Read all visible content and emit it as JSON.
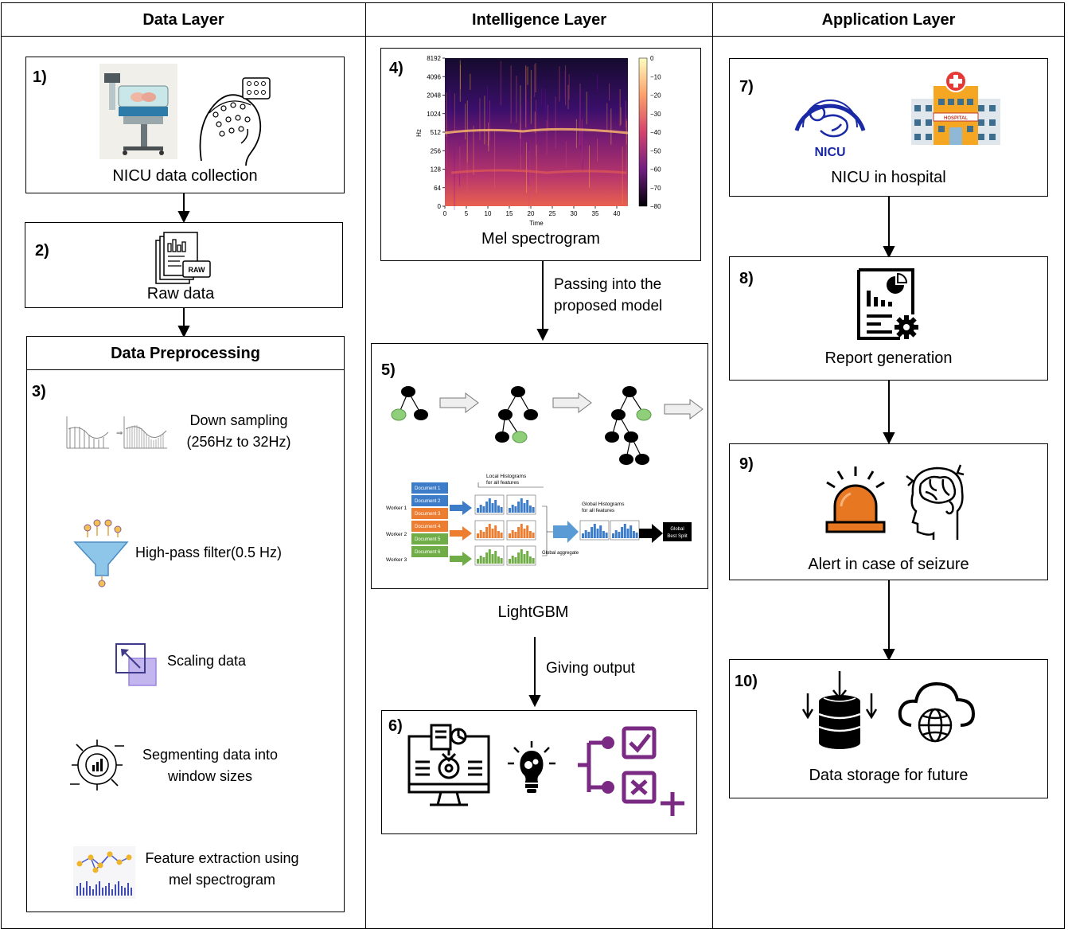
{
  "columns": {
    "data_layer": "Data Layer",
    "intelligence_layer": "Intelligence Layer",
    "application_layer": "Application Layer"
  },
  "steps": {
    "s1": {
      "num": "1)",
      "caption": "NICU data collection"
    },
    "s2": {
      "num": "2)",
      "caption": "Raw data",
      "icon_text": "RAW"
    },
    "preprocessing": {
      "title": "Data Preprocessing",
      "num": "3)",
      "items": [
        {
          "line1": "Down sampling",
          "line2": "(256Hz to 32Hz)"
        },
        {
          "line1": "High-pass filter(0.5 Hz)"
        },
        {
          "line1": "Scaling data"
        },
        {
          "line1": "Segmenting data into",
          "line2": "window sizes"
        },
        {
          "line1": "Feature extraction using",
          "line2": "mel spectrogram"
        }
      ]
    },
    "s4": {
      "num": "4)",
      "caption": "Mel spectrogram",
      "y_label": "Hz",
      "x_label": "Time",
      "y_ticks": [
        "8192",
        "4096",
        "2048",
        "1024",
        "512",
        "256",
        "128",
        "64",
        "0"
      ],
      "x_ticks": [
        "0",
        "5",
        "10",
        "15",
        "20",
        "25",
        "30",
        "35",
        "40"
      ],
      "colorbar_ticks": [
        "0",
        "−10",
        "−20",
        "−30",
        "−40",
        "−50",
        "−60",
        "−70",
        "−80"
      ]
    },
    "arrow_label_1": {
      "line1": "Passing into the",
      "line2": "proposed model"
    },
    "s5": {
      "num": "5)",
      "caption": "LightGBM",
      "hist": {
        "local_title": [
          "Local Histograms",
          "for all features"
        ],
        "global_title": [
          "Global Histograms",
          "for all features"
        ],
        "workers": [
          "Worker 1",
          "Worker 2",
          "Worker 3"
        ],
        "documents": [
          "Document 1",
          "Document 2",
          "Document 3",
          "Document 4",
          "Document 5",
          "Document 6"
        ],
        "aggregate": "Global aggregate",
        "best_split": [
          "Global",
          "Best Split"
        ]
      }
    },
    "arrow_label_2": "Giving output",
    "s6": {
      "num": "6)"
    },
    "s7": {
      "num": "7)",
      "caption": "NICU in hospital",
      "logo_text": "NICU",
      "hospital_text": "HOSPITAL"
    },
    "s8": {
      "num": "8)",
      "caption": "Report generation"
    },
    "s9": {
      "num": "9)",
      "caption": "Alert in case of seizure"
    },
    "s10": {
      "num": "10)",
      "caption": "Data storage for future"
    }
  },
  "colors": {
    "blue": "#3d7cc9",
    "orange": "#ed7d31",
    "green": "#70ad47",
    "purple": "#7a2a82",
    "siren": "#e87722",
    "nicu_blue": "#1a2aa6"
  }
}
